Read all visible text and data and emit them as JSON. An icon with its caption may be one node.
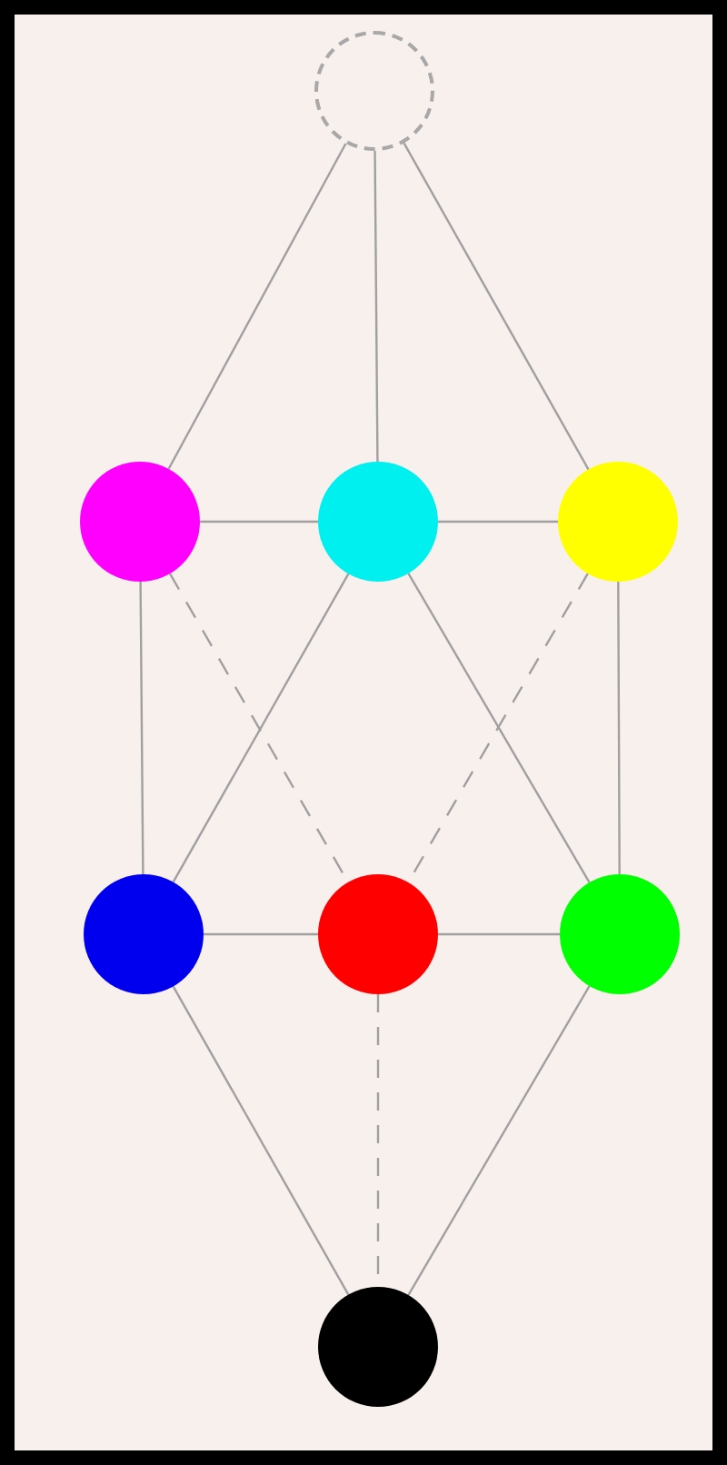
{
  "diagram": {
    "nodes": [
      {
        "text": [],
        "shape": "circle"
      },
      {
        "text": [],
        "shape": "circle"
      },
      {
        "text": [],
        "shape": "circle"
      },
      {
        "text": [],
        "shape": "circle"
      },
      {
        "text": [],
        "shape": "circle"
      },
      {
        "text": [],
        "shape": "circle"
      },
      {
        "text": [],
        "shape": "circle"
      },
      {
        "text": [],
        "shape": "circle"
      }
    ],
    "edges": [
      {
        "from": 0,
        "to": 1,
        "arrow": "none"
      },
      {
        "from": 0,
        "to": 2,
        "arrow": "none"
      },
      {
        "from": 0,
        "to": 3,
        "arrow": "none"
      },
      {
        "from": 1,
        "to": 2,
        "arrow": "none"
      },
      {
        "from": 2,
        "to": 3,
        "arrow": "none"
      },
      {
        "from": 1,
        "to": 4,
        "arrow": "none"
      },
      {
        "from": 1,
        "to": 5,
        "arrow": "none",
        "style": "dashed"
      },
      {
        "from": 2,
        "to": 4,
        "arrow": "none"
      },
      {
        "from": 2,
        "to": 6,
        "arrow": "none"
      },
      {
        "from": 3,
        "to": 5,
        "arrow": "none",
        "style": "dashed"
      },
      {
        "from": 3,
        "to": 6,
        "arrow": "none"
      },
      {
        "from": 4,
        "to": 5,
        "arrow": "none"
      },
      {
        "from": 5,
        "to": 6,
        "arrow": "none"
      },
      {
        "from": 4,
        "to": 7,
        "arrow": "none"
      },
      {
        "from": 5,
        "to": 7,
        "arrow": "none",
        "style": "dashed"
      },
      {
        "from": 6,
        "to": 7,
        "arrow": "none"
      }
    ]
  }
}
